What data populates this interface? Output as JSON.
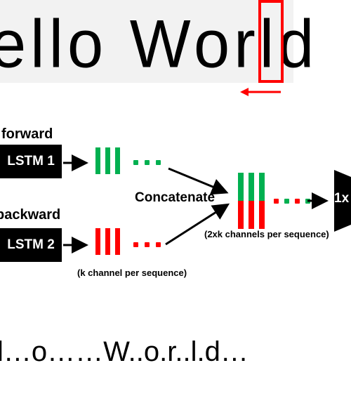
{
  "banner": {
    "text": "ello World"
  },
  "forward": {
    "direction_label": "forward",
    "lstm_label": "LSTM 1"
  },
  "backward": {
    "direction_label": "backward",
    "lstm_label": "LSTM 2"
  },
  "concat_label": "Concatenate",
  "channel_caption": "(k channel per sequence)",
  "concat_caption": "(2xk channels per sequence)",
  "conv_label": "1x",
  "output_sequence": "l…o……W..o.r..l.d…",
  "colors": {
    "forward": "#00b050",
    "backward": "#ff0000",
    "highlight": "#ff0000"
  }
}
